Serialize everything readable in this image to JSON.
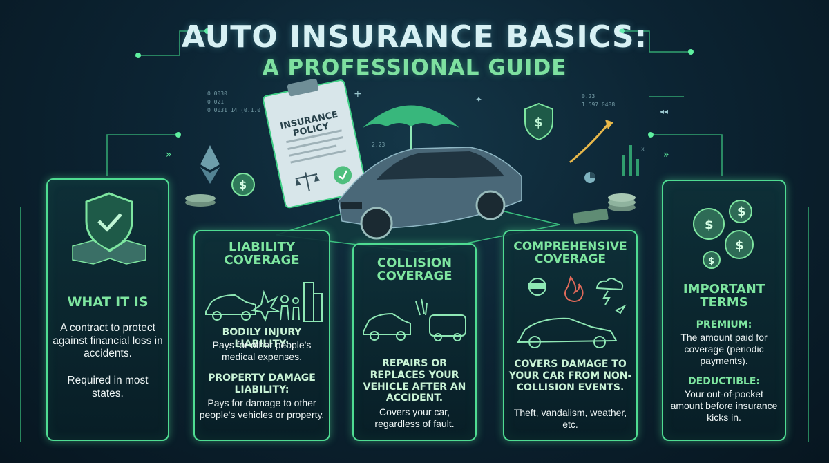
{
  "title": {
    "line1": "AUTO INSURANCE BASICS:",
    "line2": "A PROFESSIONAL GUIDE"
  },
  "center": {
    "clipboard_label": "INSURANCE POLICY"
  },
  "panels": {
    "what_it_is": {
      "heading": "WHAT IT IS",
      "text1": "A contract to protect against financial loss in accidents.",
      "text2": "Required in most states."
    },
    "liability": {
      "heading": "LIABILITY COVERAGE",
      "bodily_heading": "BODILY INJURY LIABILITY:",
      "bodily_text": "Pays for other people's medical expenses.",
      "property_heading": "PROPERTY DAMAGE LIABILITY:",
      "property_text": "Pays for damage to other people's vehicles or property."
    },
    "collision": {
      "heading": "COLLISION COVERAGE",
      "lead": "REPAIRS OR REPLACES YOUR VEHICLE AFTER AN ACCIDENT.",
      "text": "Covers your car, regardless of fault."
    },
    "comprehensive": {
      "heading": "COMPREHENSIVE COVERAGE",
      "lead": "COVERS DAMAGE TO YOUR CAR FROM NON-COLLISION EVENTS.",
      "text": "Theft, vandalism, weather, etc."
    },
    "terms": {
      "heading": "IMPORTANT TERMS",
      "premium_heading": "PREMIUM:",
      "premium_text": "The amount paid for coverage (periodic payments).",
      "deductible_heading": "DEDUCTIBLE:",
      "deductible_text": "Your out-of-pocket amount before insurance kicks in."
    }
  },
  "colors": {
    "accent": "#4fdc92",
    "heading": "#7ee6a0",
    "background": "#0c2433",
    "car": "#4a6878"
  },
  "icons": [
    "shield-check-icon",
    "handshake-icon",
    "umbrella-icon",
    "car-icon",
    "clipboard-icon",
    "scales-icon",
    "coin-stack-icon",
    "ethereum-icon",
    "gears-dollar-icon",
    "shield-dollar-icon",
    "crash-icon",
    "building-icon",
    "people-icon",
    "thief-icon",
    "fire-icon",
    "storm-icon",
    "bird-icon"
  ]
}
